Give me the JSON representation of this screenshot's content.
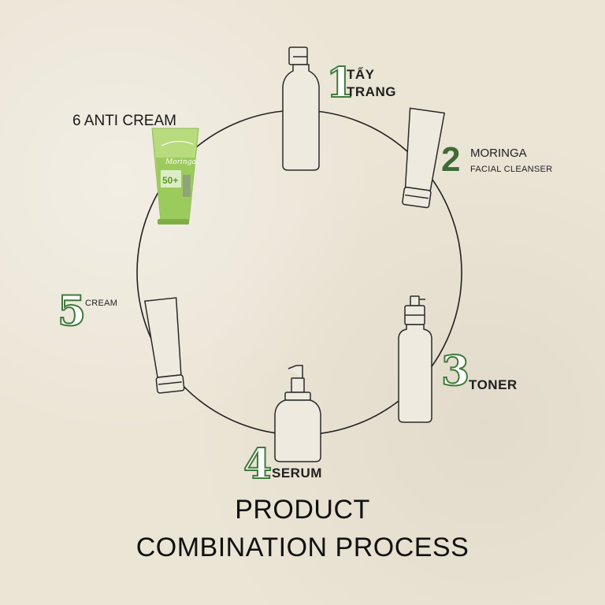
{
  "steps": {
    "s1": {
      "number": "1",
      "line1": "TẨY",
      "line2": "TRANG"
    },
    "s2": {
      "number": "2",
      "line1": "MORINGA",
      "line2": "FACIAL CLEANSER"
    },
    "s3": {
      "number": "3",
      "label": "TONER"
    },
    "s4": {
      "number": "4",
      "label": "SERUM"
    },
    "s5": {
      "number": "5",
      "label": "CREAM"
    },
    "s6": {
      "label": "6 ANTI CREAM"
    }
  },
  "product_tube": {
    "brand_text": "Moringa",
    "spf_text": "50+"
  },
  "title": {
    "line1": "PRODUCT",
    "line2": "COMBINATION PROCESS"
  },
  "colors": {
    "accent_green": "#3f7a3a",
    "tube_green": "#a6cf6a",
    "background": "#ebe5d6"
  }
}
